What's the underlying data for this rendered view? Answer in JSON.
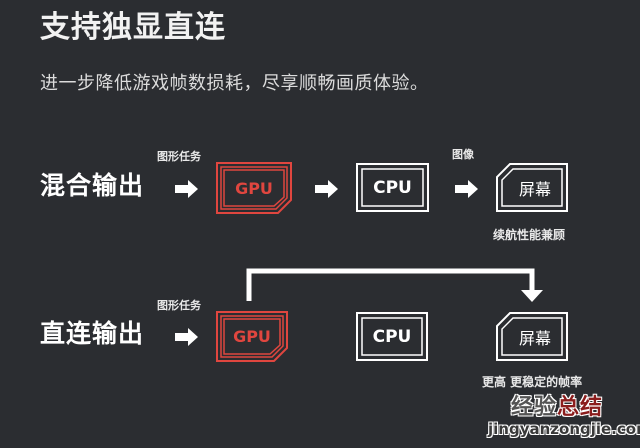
{
  "header": {
    "title": "支持独显直连",
    "subtitle": "进一步降低游戏帧数损耗，尽享顺畅画质体验。"
  },
  "colors": {
    "background": "#2b2d31",
    "gpu_accent": "#e0463f",
    "foreground": "#ffffff"
  },
  "rows": [
    {
      "label": "混合输出",
      "task_label": "图形任务",
      "gpu_label": "GPU",
      "cpu_label": "CPU",
      "image_label": "图像",
      "screen_label": "屏幕",
      "note": "续航性能兼顾"
    },
    {
      "label": "直连输出",
      "task_label": "图形任务",
      "gpu_label": "GPU",
      "cpu_label": "CPU",
      "screen_label": "屏幕",
      "note": "更高 更稳定的帧率"
    }
  ],
  "icons": {
    "arrow": "right-arrow-icon",
    "bypass": "bypass-arrow-icon"
  },
  "watermark": {
    "cn_part1": "经验",
    "cn_part2": "总结",
    "url": "jingyanzongjie.com"
  }
}
